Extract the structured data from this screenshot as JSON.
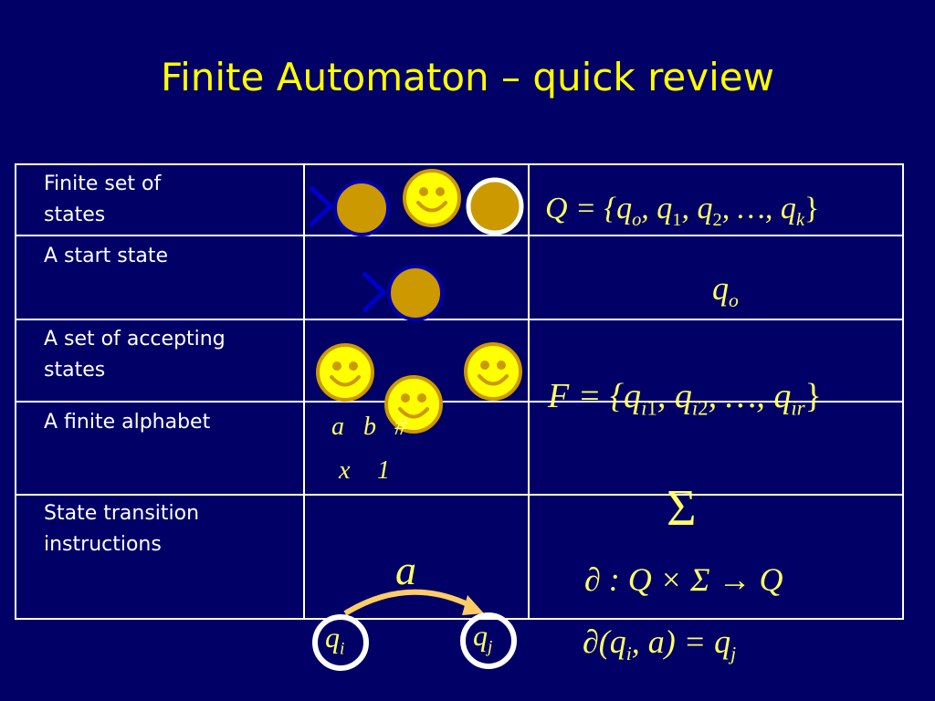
{
  "title": "Finite Automaton – quick review",
  "rows": [
    {
      "label": "Finite set of states"
    },
    {
      "label": "A start state"
    },
    {
      "label": "A set of accepting states"
    },
    {
      "label": "A finite alphabet"
    },
    {
      "label": "State transition instructions"
    }
  ],
  "alphabet_symbols": [
    "a",
    "b",
    "#",
    "x",
    "1"
  ],
  "formulas": {
    "Q_prefix": "Q = {q",
    "Q_sub0": "o",
    "Q_mid1": ", q",
    "Q_sub1": "1",
    "Q_mid2": ", q",
    "Q_sub2": "2",
    "Q_mid3": ", …, q",
    "Q_subk": "k",
    "Q_end": "}",
    "q0_main": "q",
    "q0_sub": "o",
    "F_prefix": "F = {q",
    "F_sub_i": "i",
    "F_sub1": "1",
    "F_mid1": ", q",
    "F_sub_i2": "i",
    "F_sub2": "2",
    "F_mid2": ", …, q",
    "F_sub_ir": "i",
    "F_subr": "r",
    "F_end": "}",
    "sigma": "Σ",
    "delta_type": "∂ : Q × Σ → Q",
    "delta_app_prefix": "∂(q",
    "delta_app_sub_i": "i",
    "delta_app_mid": ", a) = q",
    "delta_app_sub_j": "j"
  },
  "transition": {
    "symbol": "a",
    "from_main": "q",
    "from_sub": "i",
    "to_main": "q",
    "to_sub": "j"
  },
  "colors": {
    "background": "#000066",
    "title": "#ffff00",
    "math": "#ffff66",
    "state_fill": "#cc9900",
    "smiley": "#ffff00",
    "arrow": "#ffcc66"
  }
}
